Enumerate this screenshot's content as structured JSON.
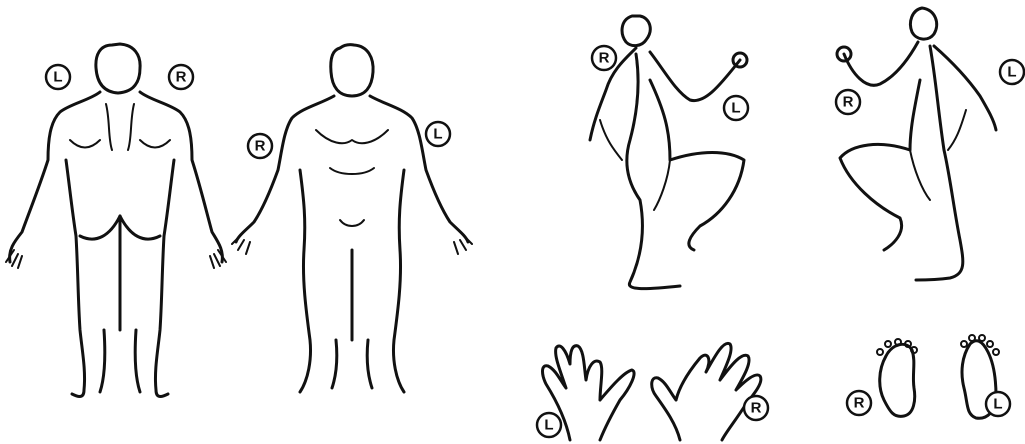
{
  "figures": {
    "back_view": {
      "left_label": "L",
      "right_label": "R"
    },
    "front_view": {
      "left_label": "R",
      "right_label": "L"
    },
    "right_side_view": {
      "label_top": "R",
      "label_bottom": "L"
    },
    "left_side_view": {
      "label_top": "L",
      "label_bottom": "R"
    },
    "hands": {
      "left_label": "L",
      "right_label": "R"
    },
    "feet": {
      "left_label": "R",
      "right_label": "L"
    }
  }
}
